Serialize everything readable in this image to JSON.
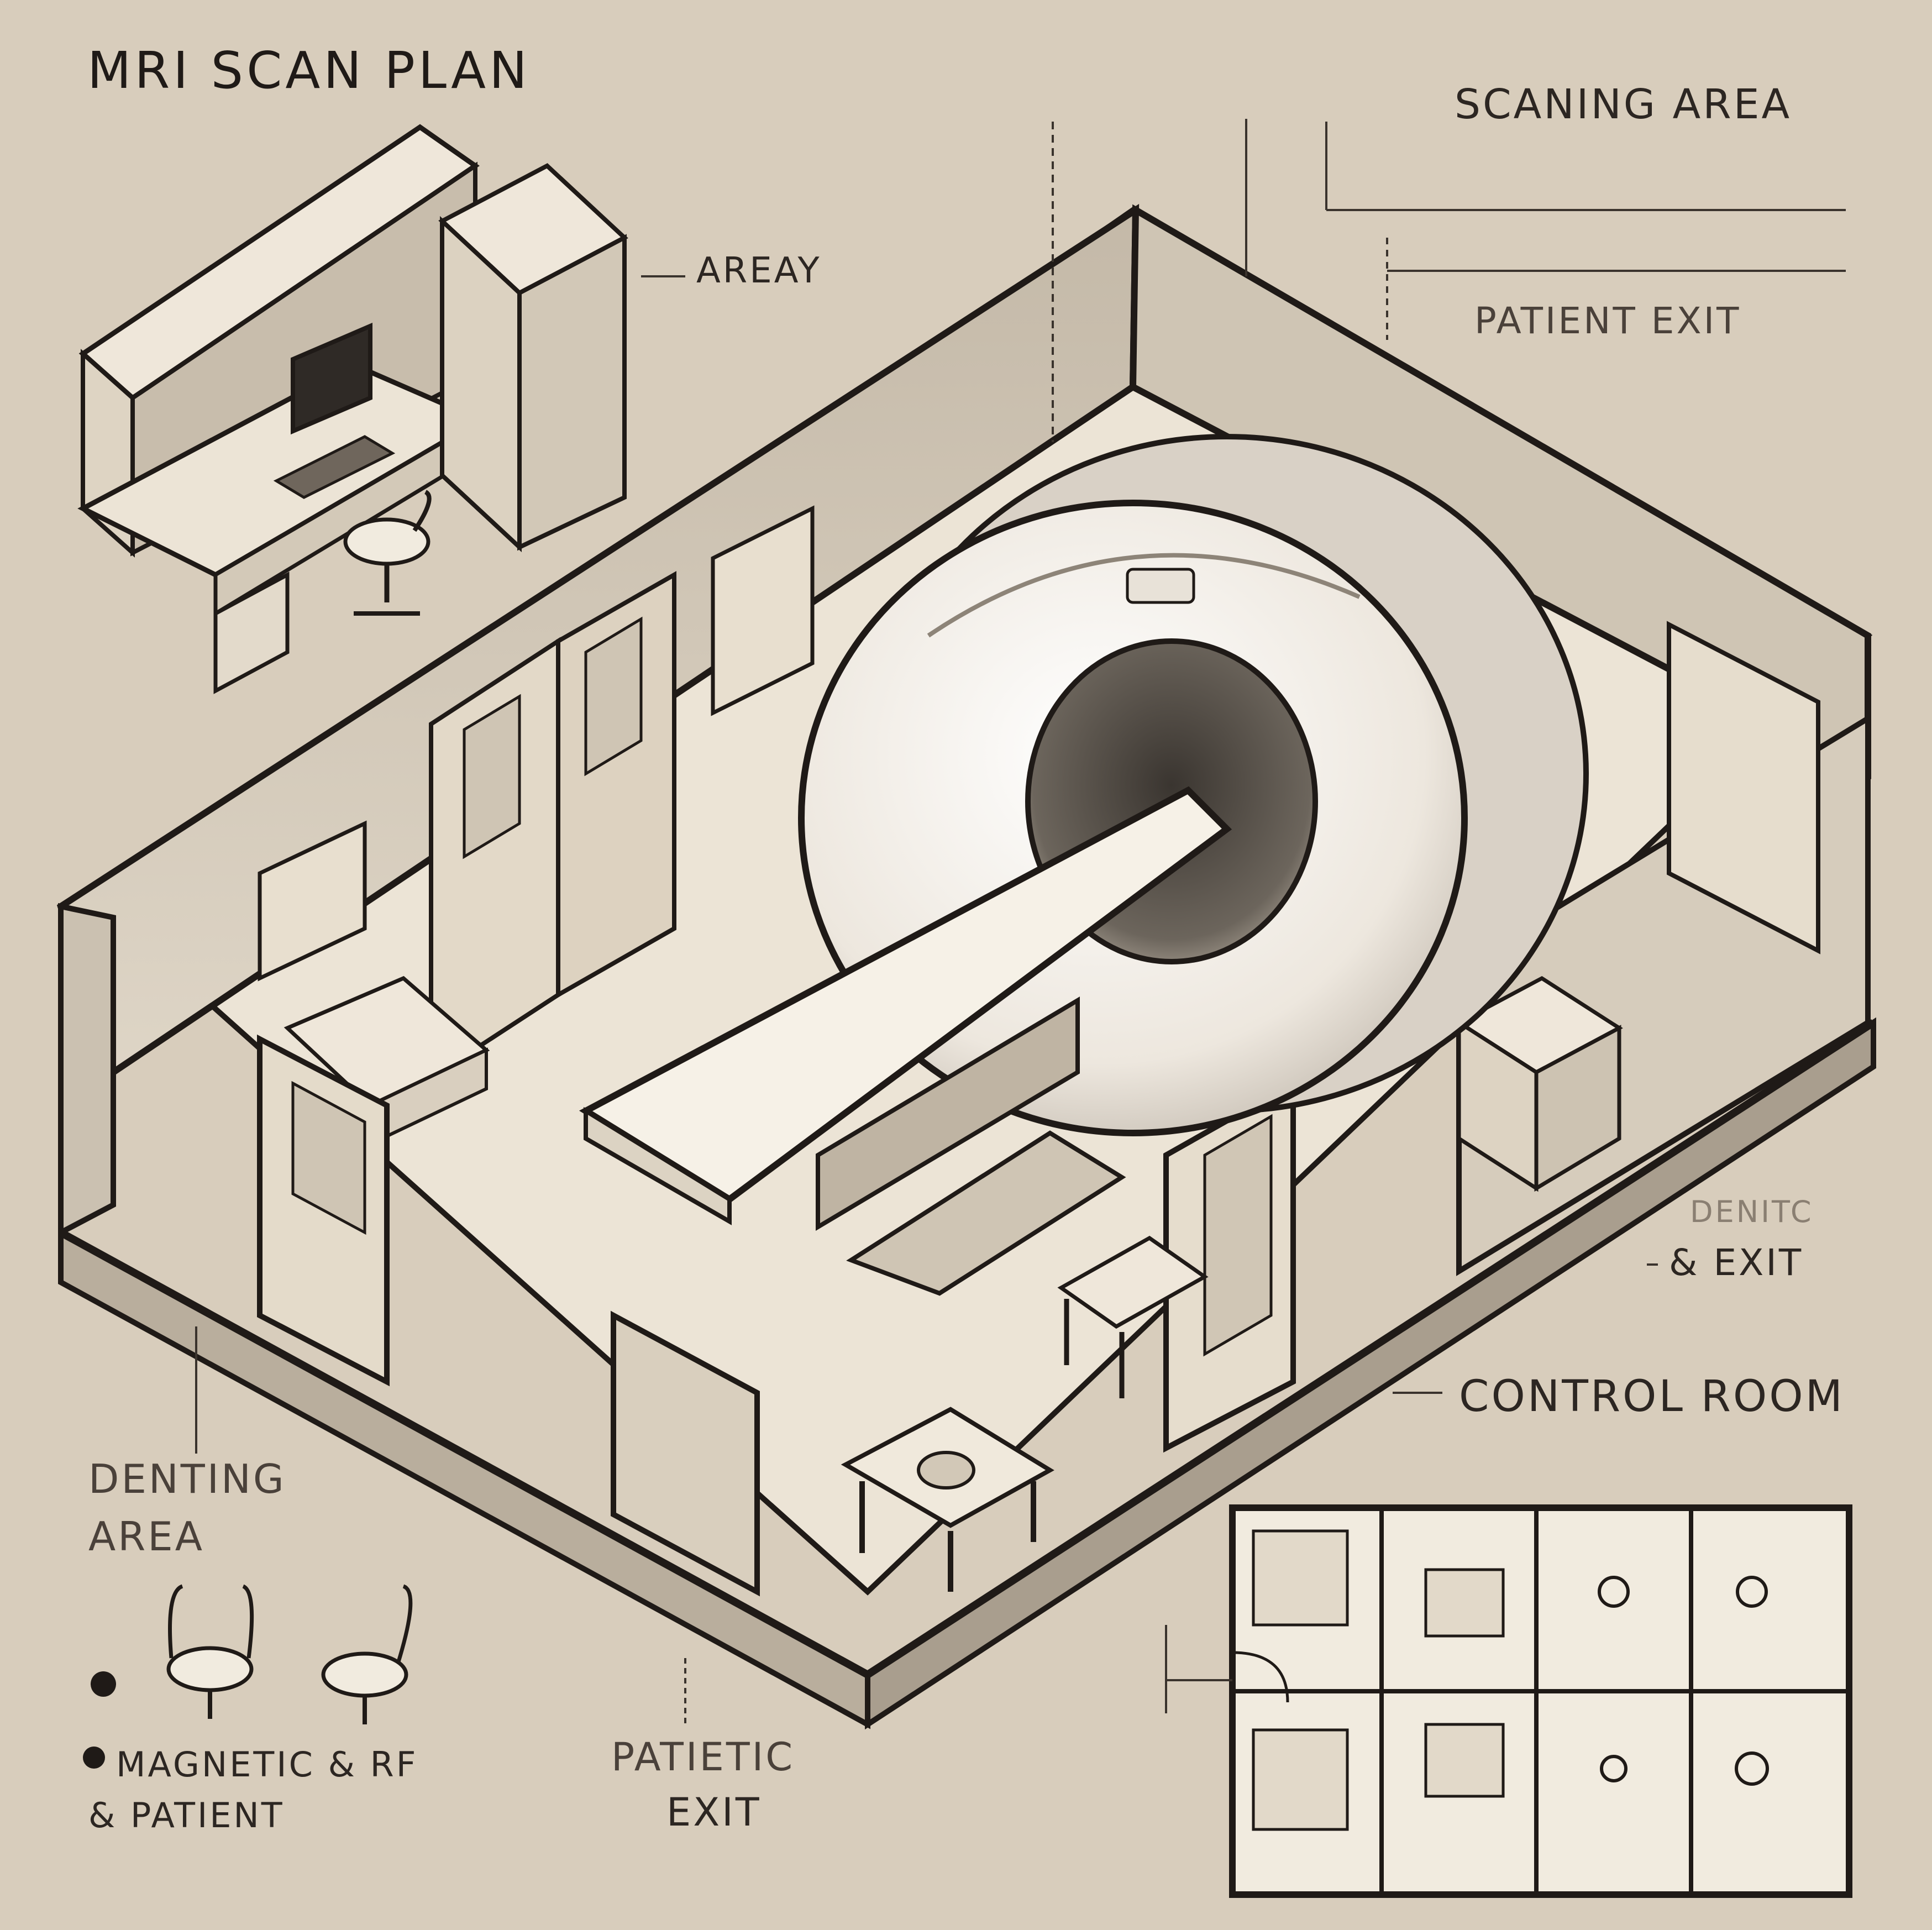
{
  "title": "MRI SCAN PLAN",
  "labels": {
    "scanning_area": "SCANING AREA",
    "areay": "AREAY",
    "patient_exit_top": "PATIENT  EXIT",
    "dentic": "DENITC",
    "exit_right": "& EXIT",
    "control_room": "CONTROL ROOM",
    "denting_line1": "DENTING",
    "denting_line2": "AREA",
    "magnetic_rf": "MAGNETIC & RF",
    "patient_bottom": "& PATIENT",
    "patietic": "PATIETIC",
    "exit_bottom": "EXIT"
  },
  "colors": {
    "background": "#d8cdbc",
    "floor": "#ece4d6",
    "wall": "#cbc1b1",
    "ink": "#1f1a17",
    "scanner": "#f3efe8"
  }
}
